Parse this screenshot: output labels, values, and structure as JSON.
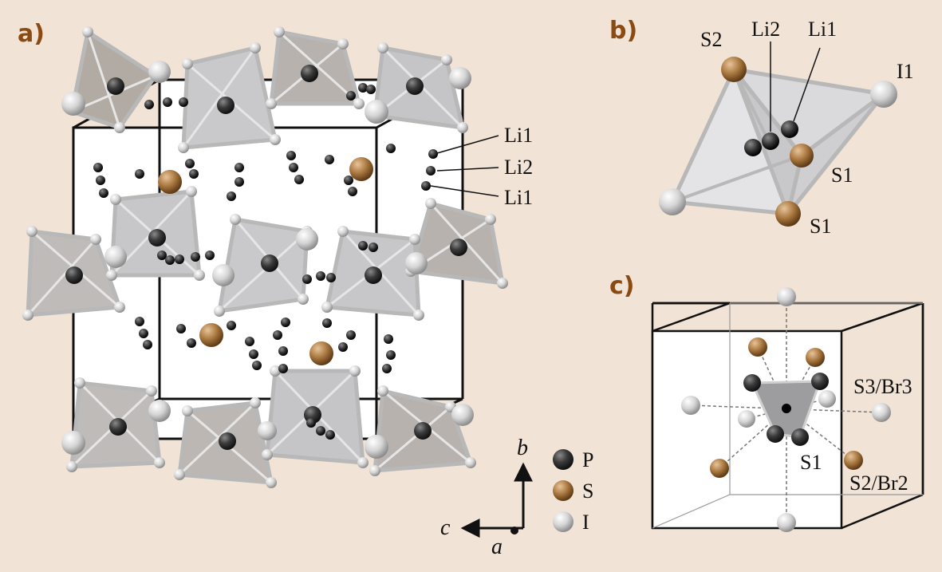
{
  "panels": {
    "a": {
      "letter": "a)",
      "labels": [
        "Li1",
        "Li2",
        "Li1"
      ],
      "axes": {
        "b": "b",
        "c": "c",
        "a": "a"
      },
      "legend": [
        {
          "symbol": "P",
          "color": "#3a3a3a"
        },
        {
          "symbol": "S",
          "color": "#9b6a3a"
        },
        {
          "symbol": "I",
          "color": "#c9c9c9"
        }
      ]
    },
    "b": {
      "letter": "b)",
      "labels": {
        "s2": "S2",
        "li2": "Li2",
        "li1": "Li1",
        "i1": "I1",
        "s1a": "S1",
        "s1b": "S1"
      }
    },
    "c": {
      "letter": "c)",
      "labels": {
        "s3br3": "S3/Br3",
        "s1": "S1",
        "s2br2": "S2/Br2"
      }
    }
  },
  "colors": {
    "background": "#f1e3d6",
    "accent": "#8b4a12",
    "phosphorus": "#3a3a3a",
    "sulfur": "#9b6a3a",
    "iodine": "#c9c9c9",
    "lithium": "#2e2e2e"
  }
}
